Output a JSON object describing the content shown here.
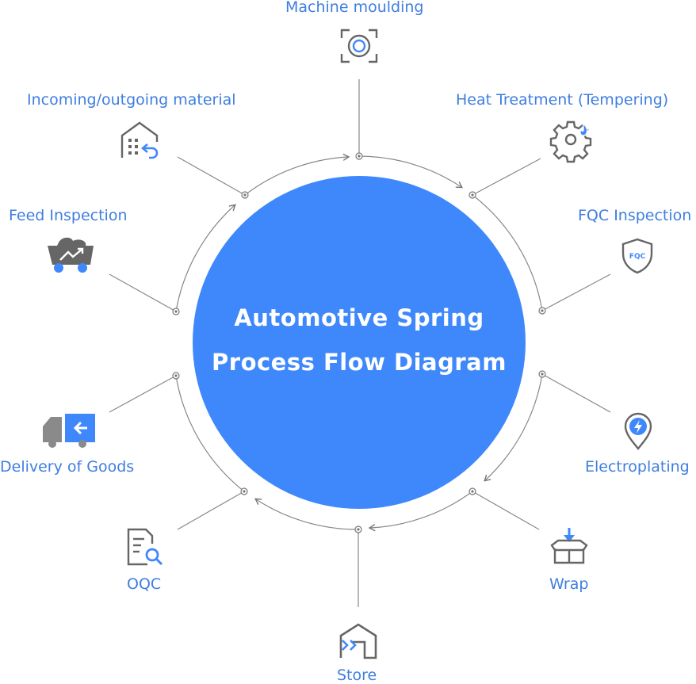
{
  "center": {
    "line1": "Automotive Spring",
    "line2": "Process Flow Diagram"
  },
  "steps": [
    {
      "label": "Machine moulding",
      "icon": "machine-moulding-icon"
    },
    {
      "label": "Heat Treatment (Tempering)",
      "icon": "gear-flame-icon"
    },
    {
      "label": "FQC Inspection",
      "icon": "fqc-shield-icon"
    },
    {
      "label": "Electroplating",
      "icon": "electroplating-pin-icon"
    },
    {
      "label": "Wrap",
      "icon": "box-wrap-icon"
    },
    {
      "label": "Store",
      "icon": "store-warehouse-icon"
    },
    {
      "label": "OQC",
      "icon": "document-search-icon"
    },
    {
      "label": "Delivery of Goods",
      "icon": "delivery-truck-icon"
    },
    {
      "label": "Feed Inspection",
      "icon": "mine-cart-icon"
    },
    {
      "label": "Incoming/outgoing material",
      "icon": "building-return-icon"
    }
  ],
  "colors": {
    "accent": "#3f88fb",
    "label": "#3f7ee0",
    "icon_gray": "#6b6b6b",
    "connector": "#777777"
  }
}
